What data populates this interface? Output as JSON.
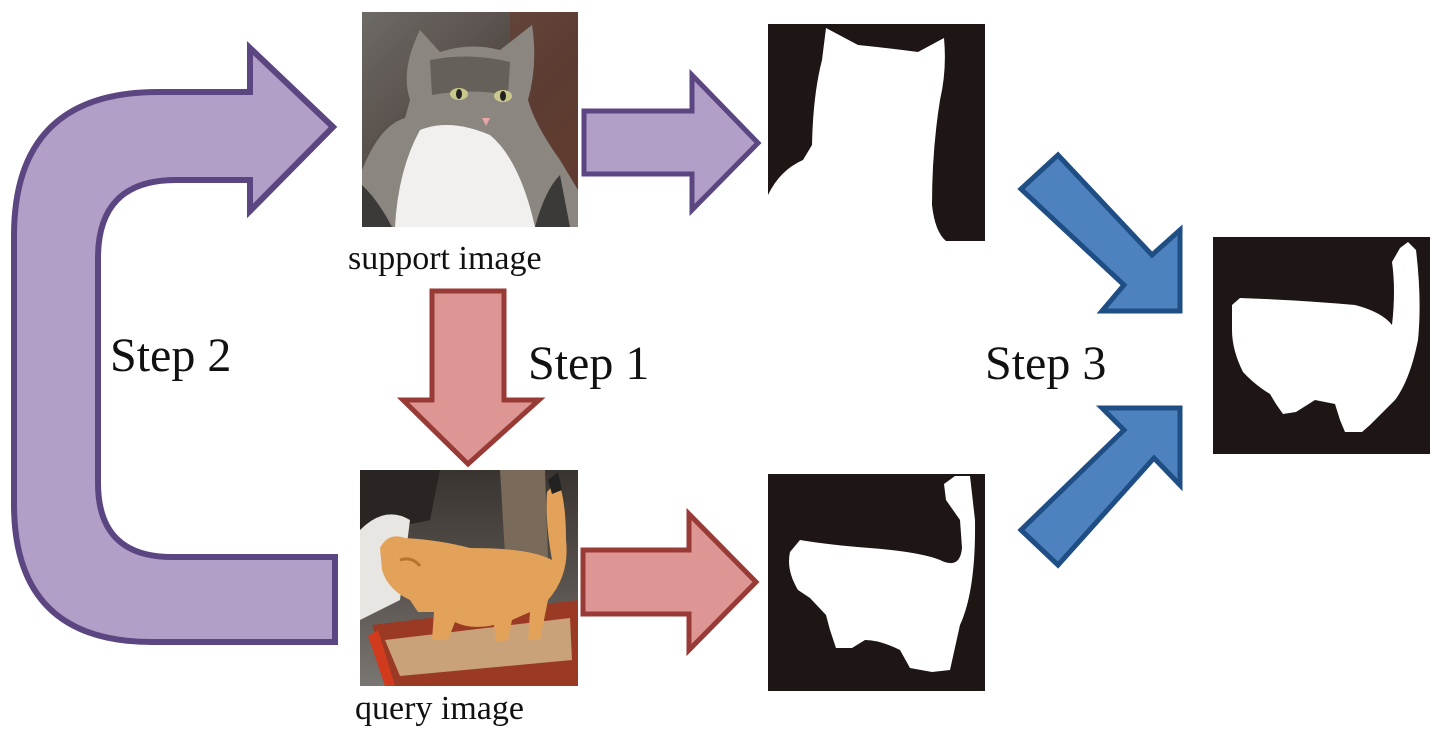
{
  "labels": {
    "support_caption": "support image",
    "query_caption": "query image",
    "step1": "Step 1",
    "step2": "Step 2",
    "step3": "Step 3"
  },
  "colors": {
    "purple_fill": "#b19fc7",
    "purple_stroke": "#5b4681",
    "red_fill": "#de9694",
    "red_stroke": "#983a36",
    "blue_fill": "#4e82bf",
    "blue_stroke": "#1f4e85",
    "mask_bg": "#1e1515",
    "mask_fg": "#ffffff"
  }
}
